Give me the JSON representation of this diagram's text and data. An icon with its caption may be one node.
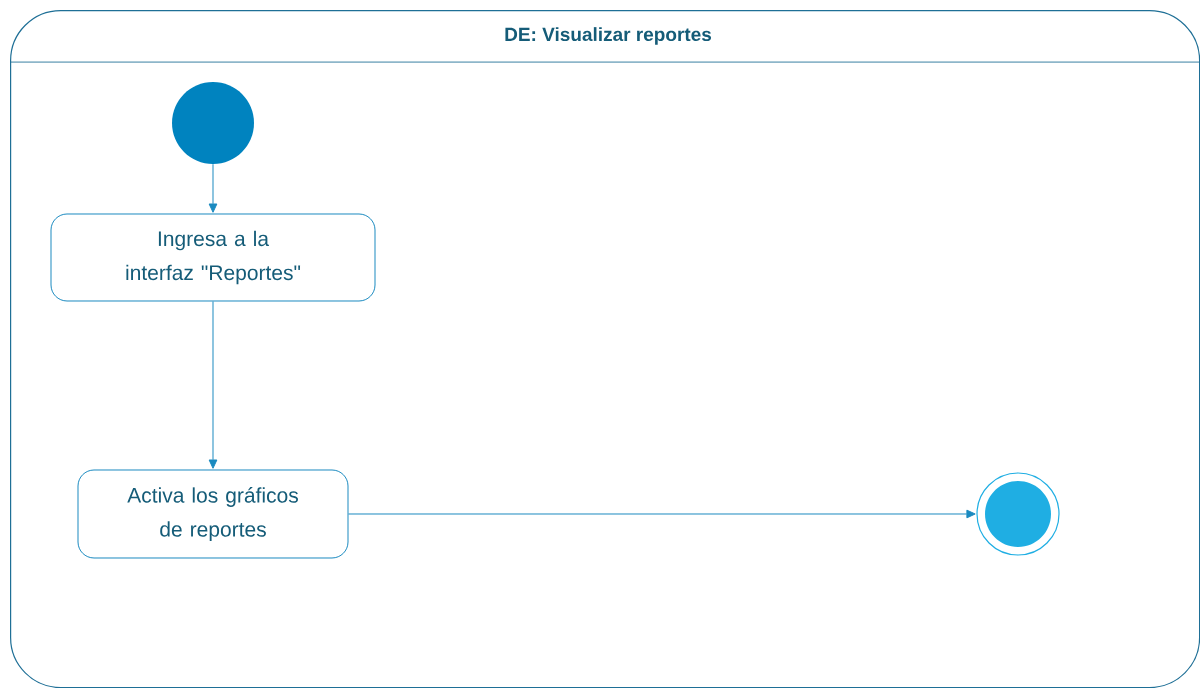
{
  "diagram": {
    "nodes": [
      {
        "text": [
          "DE: Visualizar reportes"
        ]
      },
      {
        "text": [],
        "shape": "circle",
        "in": 0
      },
      {
        "text": [
          "Ingresa a la interfaz \"Reportes\""
        ],
        "in": 0
      },
      {
        "text": [
          "Activa los gráficos de reportes"
        ],
        "in": 0
      },
      {
        "text": [],
        "shape": "circle",
        "in": 0
      }
    ],
    "edges": [
      {
        "from": 1,
        "to": 2,
        "arrow": "to"
      },
      {
        "from": 2,
        "to": 3,
        "arrow": "to"
      },
      {
        "from": 3,
        "to": 4,
        "arrow": "to"
      }
    ]
  }
}
